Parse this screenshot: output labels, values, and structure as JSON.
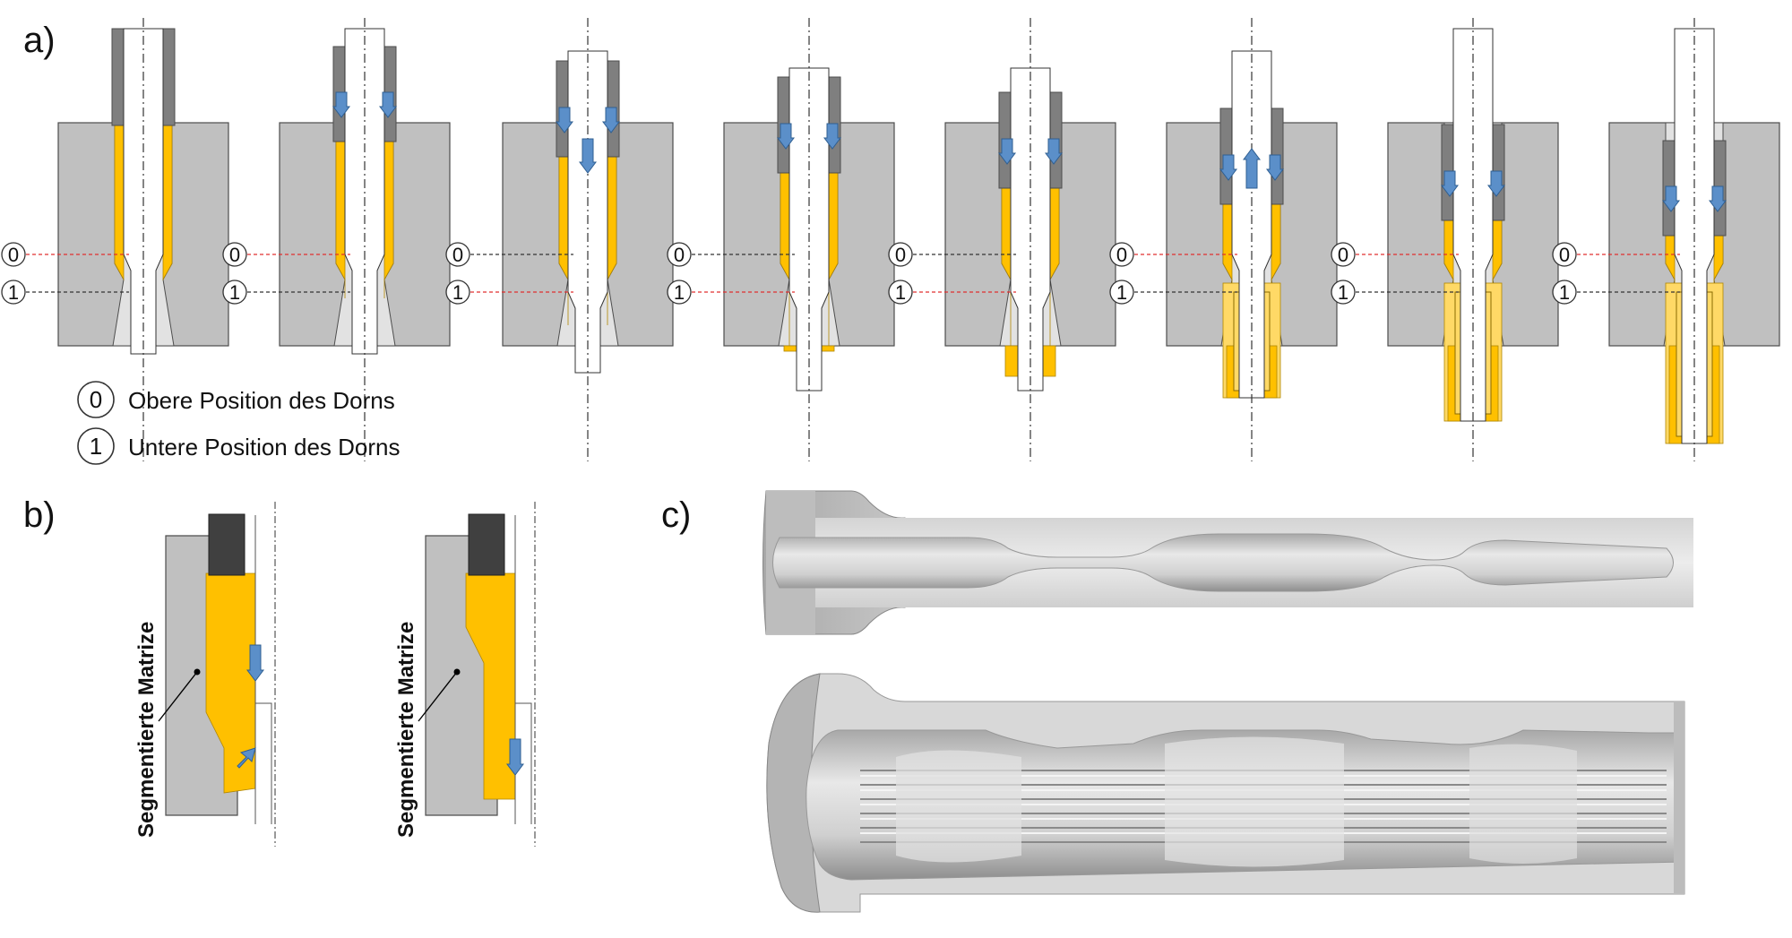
{
  "panel_labels": [
    "a)",
    "b)",
    "c)"
  ],
  "colors": {
    "die": "#c0c0c0",
    "die_stroke": "#4d4d4d",
    "bore": "#e2e2e2",
    "punch": "#7f7f7f",
    "punch_dark": "#404040",
    "workpiece": "#ffc000",
    "workpiece_light": "#ffd966",
    "arrow": "#5b8fc9",
    "marker_line": "#e03030",
    "guide_line": "#333333",
    "model_light": "#e9e9e9",
    "model_mid": "#c9c9c9",
    "model_dark": "#9a9a9a"
  },
  "positions": {
    "upper": "0",
    "lower": "1"
  },
  "legend": [
    {
      "number": "0",
      "text": "Obere Position des Dorns"
    },
    {
      "number": "1",
      "text": "Untere Position des Dorns"
    }
  ],
  "stages": [
    {
      "label": "stage-1",
      "mandrel_direction": "none",
      "punch_arrows": false
    },
    {
      "label": "stage-2",
      "mandrel_direction": "none",
      "punch_arrows": true
    },
    {
      "label": "stage-3",
      "mandrel_direction": "down",
      "punch_arrows": true
    },
    {
      "label": "stage-4",
      "mandrel_direction": "none",
      "punch_arrows": true
    },
    {
      "label": "stage-5",
      "mandrel_direction": "none",
      "punch_arrows": true
    },
    {
      "label": "stage-6",
      "mandrel_direction": "up",
      "punch_arrows": true
    },
    {
      "label": "stage-7",
      "mandrel_direction": "none",
      "punch_arrows": true
    },
    {
      "label": "stage-8",
      "mandrel_direction": "none",
      "punch_arrows": true
    }
  ],
  "segmented_die_label": "Segmentierte Matrize"
}
